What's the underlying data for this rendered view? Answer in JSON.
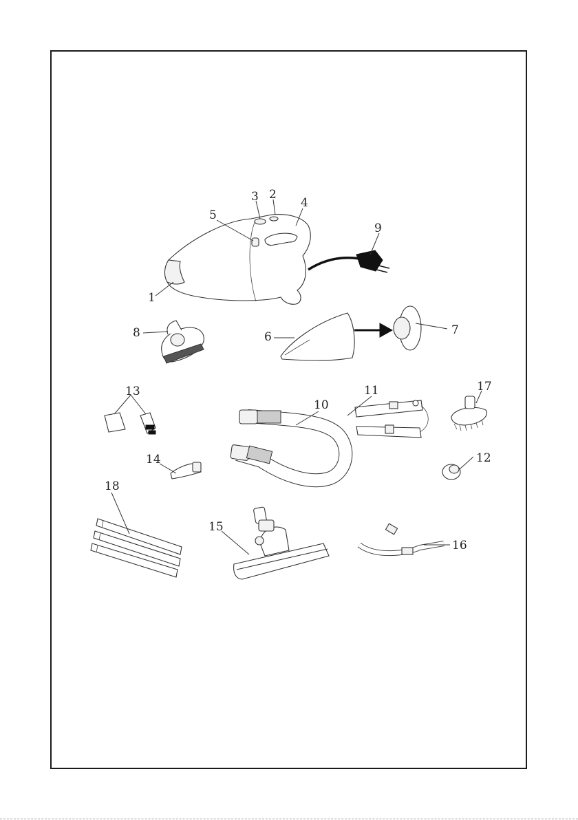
{
  "diagram": {
    "parts": [
      {
        "id": "part-1",
        "label": "1"
      },
      {
        "id": "part-2",
        "label": "2"
      },
      {
        "id": "part-3",
        "label": "3"
      },
      {
        "id": "part-4",
        "label": "4"
      },
      {
        "id": "part-5",
        "label": "5"
      },
      {
        "id": "part-6",
        "label": "6"
      },
      {
        "id": "part-7",
        "label": "7"
      },
      {
        "id": "part-8",
        "label": "8"
      },
      {
        "id": "part-9",
        "label": "9"
      },
      {
        "id": "part-10",
        "label": "10"
      },
      {
        "id": "part-11",
        "label": "11"
      },
      {
        "id": "part-12",
        "label": "12"
      },
      {
        "id": "part-13",
        "label": "13"
      },
      {
        "id": "part-14",
        "label": "14"
      },
      {
        "id": "part-15",
        "label": "15"
      },
      {
        "id": "part-16",
        "label": "16"
      },
      {
        "id": "part-17",
        "label": "17"
      },
      {
        "id": "part-18",
        "label": "18"
      }
    ]
  },
  "colors": {
    "border": "#1a1a1a",
    "line": "#333333",
    "background": "#ffffff"
  }
}
